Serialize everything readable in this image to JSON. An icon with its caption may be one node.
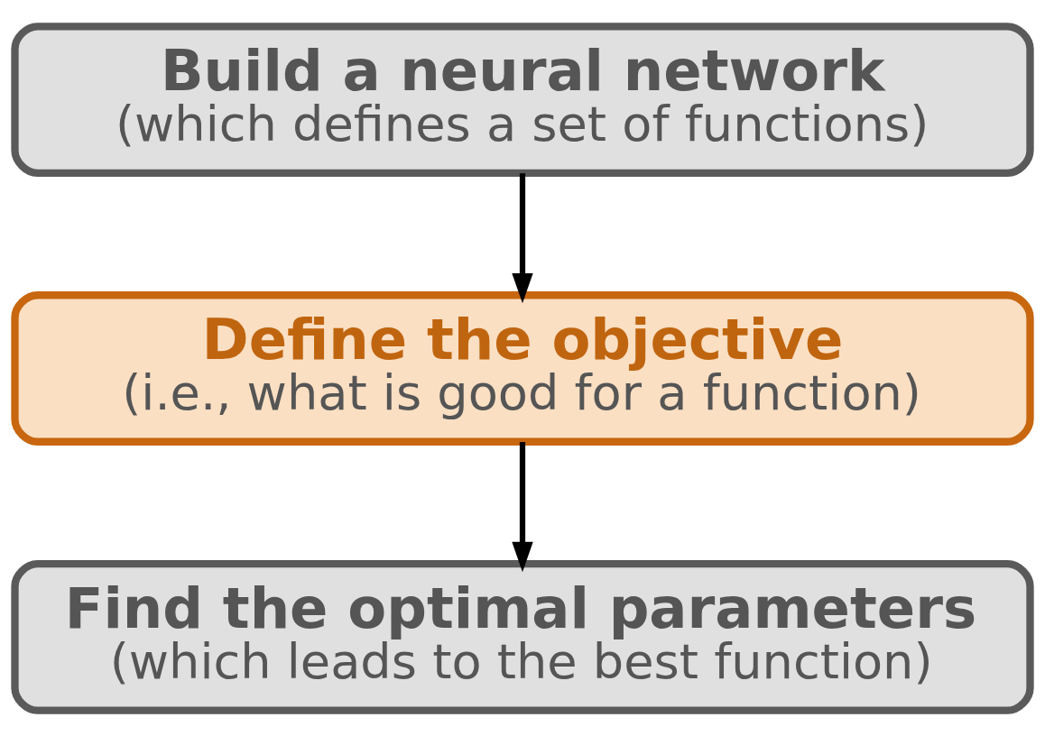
{
  "diagram": {
    "nodes": [
      {
        "text": [
          "Build a neural network",
          "(which defines a set of functions)"
        ]
      },
      {
        "text": [
          "Define the objective",
          "(i.e., what is good for a function)"
        ]
      },
      {
        "text": [
          "Find the optimal parameters",
          "(which leads to the best function)"
        ]
      }
    ],
    "edges": [
      {
        "from": 0,
        "to": 1,
        "arrow": "to"
      },
      {
        "from": 1,
        "to": 2,
        "arrow": "to"
      }
    ]
  }
}
